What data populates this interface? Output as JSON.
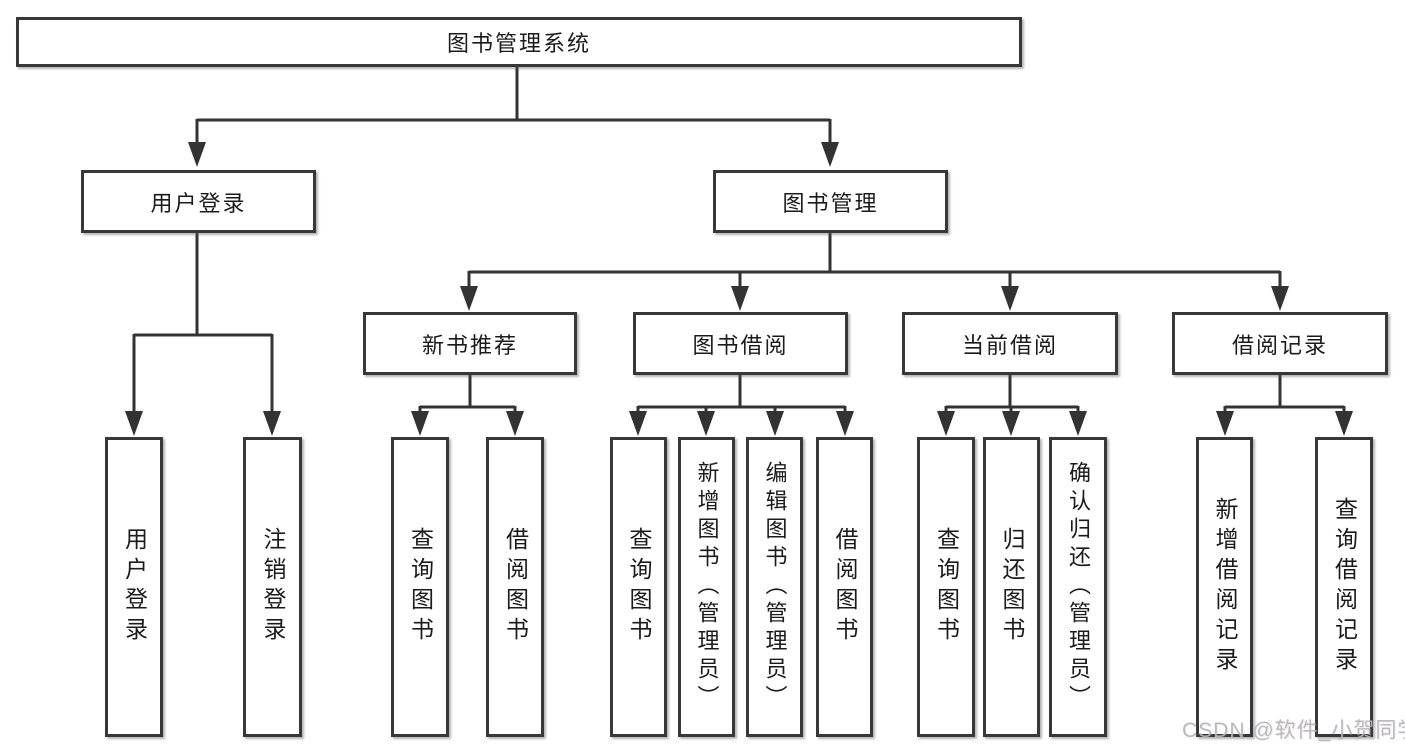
{
  "tree": {
    "label": "图书管理系统",
    "children": [
      {
        "label": "用户登录",
        "children": [
          {
            "label": "用户登录"
          },
          {
            "label": "注销登录"
          }
        ]
      },
      {
        "label": "图书管理",
        "children": [
          {
            "label": "新书推荐",
            "children": [
              {
                "label": "查询图书"
              },
              {
                "label": "借阅图书"
              }
            ]
          },
          {
            "label": "图书借阅",
            "children": [
              {
                "label": "查询图书"
              },
              {
                "label": "新增图书（管理员）"
              },
              {
                "label": "编辑图书（管理员）"
              },
              {
                "label": "借阅图书"
              }
            ]
          },
          {
            "label": "当前借阅",
            "children": [
              {
                "label": "查询图书"
              },
              {
                "label": "归还图书"
              },
              {
                "label": "确认归还（管理员）"
              }
            ]
          },
          {
            "label": "借阅记录",
            "children": [
              {
                "label": "新增借阅记录"
              },
              {
                "label": "查询借阅记录"
              }
            ]
          }
        ]
      }
    ]
  },
  "watermark": {
    "text": "CSDN @软件_小贺同学"
  },
  "colors": {
    "line": "#333333",
    "box_border": "#383838",
    "text": "#1b1b1b",
    "watermark": "#b2b7bf",
    "background": "#ffffff"
  }
}
